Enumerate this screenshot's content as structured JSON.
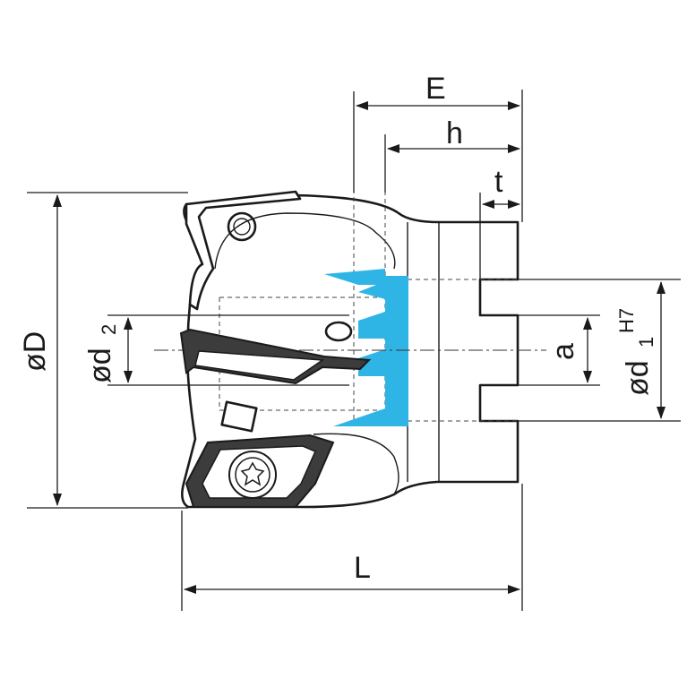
{
  "drawing": {
    "labels": {
      "E": "E",
      "h": "h",
      "t": "t",
      "D": "øD",
      "d2_main": "ød",
      "d2_sub": "2",
      "a": "a",
      "d1_main": "ød",
      "d1_sub": "1",
      "d1_tol": "H7",
      "L": "L"
    },
    "colors": {
      "line": "#1a1a1a",
      "coolant": "#2fb4e6",
      "insert": "#3c3c3c"
    }
  }
}
